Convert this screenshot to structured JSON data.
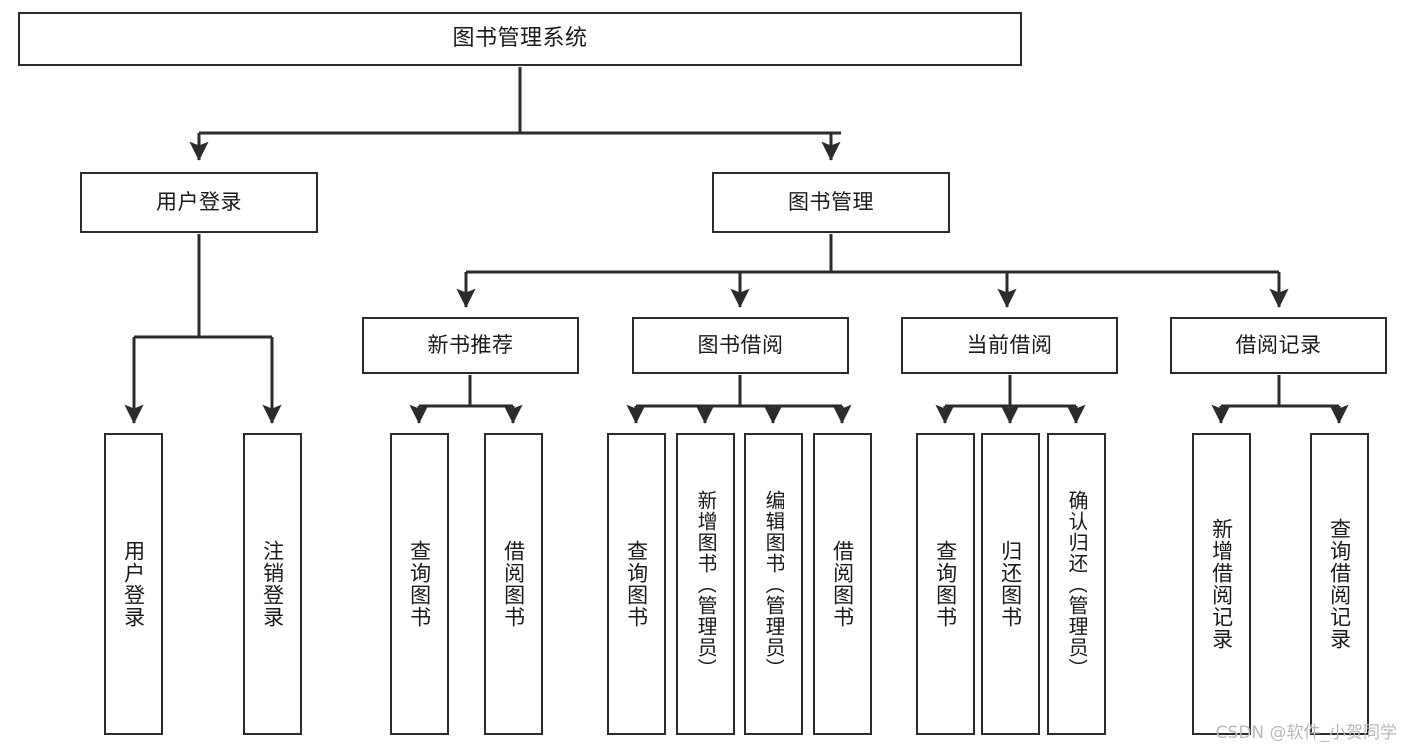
{
  "diagram": {
    "type": "tree-hierarchy-chart",
    "title": "图书管理系统",
    "line_color": "#2b2b2b",
    "box_fill": "#ffffff",
    "text_color": "#1a1a1a"
  },
  "nodes": {
    "root": {
      "label": "图书管理系统"
    },
    "level1": [
      {
        "id": "user-login",
        "label": "用户登录"
      },
      {
        "id": "book-management",
        "label": "图书管理"
      }
    ],
    "level2": [
      {
        "id": "new-book-recommend",
        "label": "新书推荐"
      },
      {
        "id": "book-borrow",
        "label": "图书借阅"
      },
      {
        "id": "current-borrow",
        "label": "当前借阅"
      },
      {
        "id": "borrow-record",
        "label": "借阅记录"
      }
    ],
    "leaves": {
      "user-login": [
        {
          "id": "leaf-user-login",
          "label": "用户登录"
        },
        {
          "id": "leaf-logout",
          "label": "注销登录"
        }
      ],
      "new-book-recommend": [
        {
          "id": "leaf-query-book-1",
          "label": "查询图书"
        },
        {
          "id": "leaf-borrow-book-1",
          "label": "借阅图书"
        }
      ],
      "book-borrow": [
        {
          "id": "leaf-query-book-2",
          "label": "查询图书"
        },
        {
          "id": "leaf-add-book",
          "label": "新增图书（管理员）"
        },
        {
          "id": "leaf-edit-book",
          "label": "编辑图书（管理员）"
        },
        {
          "id": "leaf-borrow-book-2",
          "label": "借阅图书"
        }
      ],
      "current-borrow": [
        {
          "id": "leaf-query-book-3",
          "label": "查询图书"
        },
        {
          "id": "leaf-return-book",
          "label": "归还图书"
        },
        {
          "id": "leaf-confirm-return",
          "label": "确认归还（管理员）"
        }
      ],
      "borrow-record": [
        {
          "id": "leaf-add-record",
          "label": "新增借阅记录"
        },
        {
          "id": "leaf-query-record",
          "label": "查询借阅记录"
        }
      ]
    }
  },
  "watermark": {
    "text": "CSDN @软件_小贺同学"
  }
}
